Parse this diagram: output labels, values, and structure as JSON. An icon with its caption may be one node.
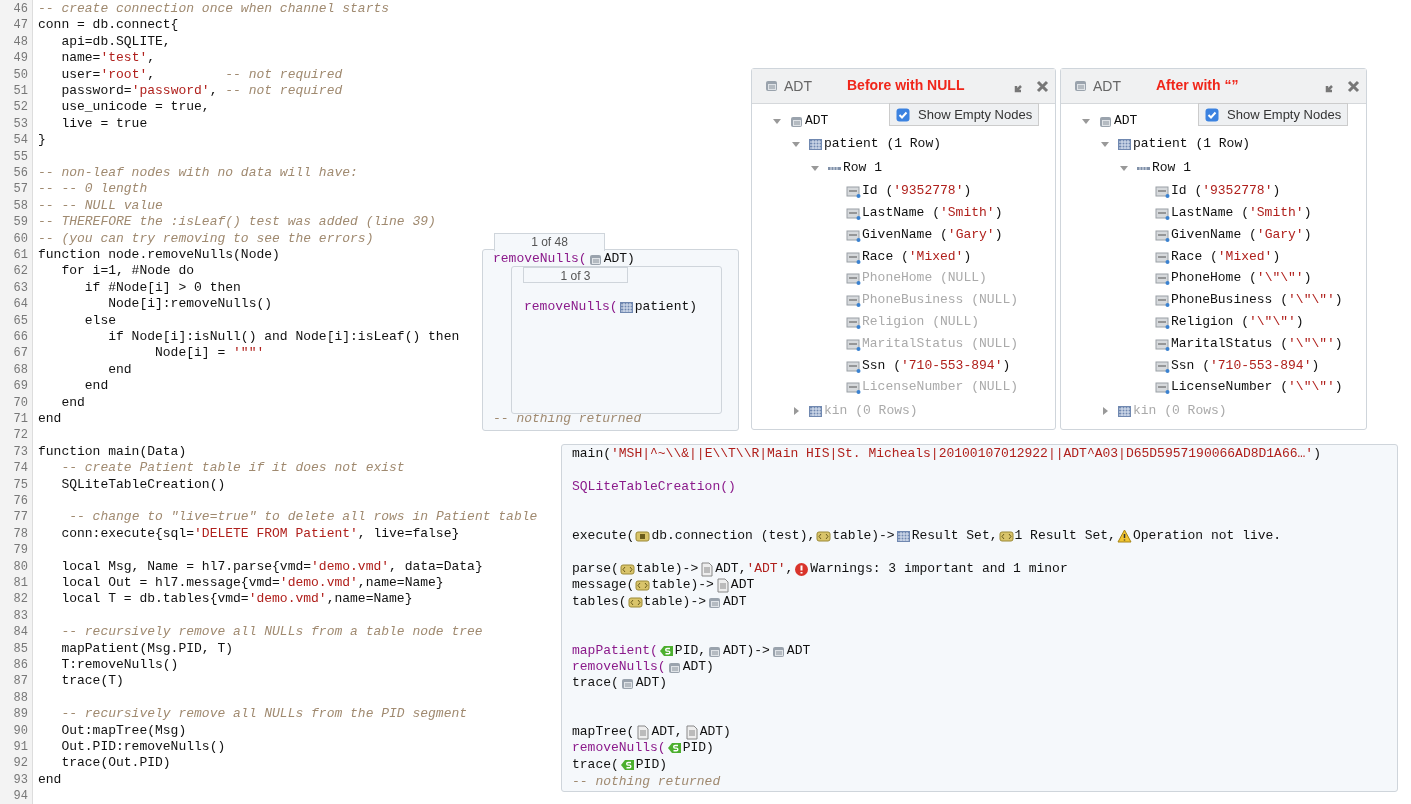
{
  "diagram": {
    "nodes": [
      {
        "text": [
          "1 of 48",
          "removeNulls(",
          "ADT)",
          "-- nothing returned"
        ]
      },
      {
        "text": [
          "1 of 3",
          "removeNulls(",
          "patient)"
        ],
        "in": 0
      },
      {
        "text": [
          "ADT",
          "Before with NULL",
          "ADT",
          "Show Empty Nodes",
          "patient (1 Row)",
          "Row 1",
          "Id ('9352778')",
          "LastName ('Smith')",
          "GivenName ('Gary')",
          "Race ('Mixed')",
          "PhoneHome (NULL)",
          "PhoneBusiness (NULL)",
          "Religion (NULL)",
          "MaritalStatus (NULL)",
          "Ssn ('710-553-894')",
          "LicenseNumber (NULL)",
          "kin (0 Rows)"
        ]
      },
      {
        "text": [
          "ADT",
          "After with “”",
          "ADT",
          "Show Empty Nodes",
          "patient (1 Row)",
          "Row 1",
          "Id ('9352778')",
          "LastName ('Smith')",
          "GivenName ('Gary')",
          "Race ('Mixed')",
          "PhoneHome ('\\\"\\\"')",
          "PhoneBusiness ('\\\"\\\"')",
          "Religion ('\\\"\\\"')",
          "MaritalStatus ('\\\"\\\"')",
          "Ssn ('710-553-894')",
          "LicenseNumber ('\\\"\\\"')",
          "kin (0 Rows)"
        ]
      },
      {
        "text": [
          "main('MSH|^~\\\\&||E\\\\T\\\\R|Main HIS|St. Micheals|20100107012922||ADT^A03|D65D5957190066AD8D1A66…')",
          "SQLiteTableCreation()",
          "execute(",
          "db.connection (test),",
          "table)->",
          "Result Set,",
          "1 Result Set,",
          "Operation not live.",
          "parse(",
          "table)->",
          "ADT,'ADT',",
          "Warnings: 3 important and 1 minor",
          "message(",
          "table)->",
          "ADT",
          "tables(",
          "table)->",
          "ADT",
          "mapPatient(",
          "PID,",
          "ADT)->",
          "ADT",
          "removeNulls(",
          "ADT)",
          "trace(",
          "ADT)",
          "mapTree(",
          "ADT,",
          "ADT)",
          "removeNulls(",
          "PID)",
          "trace(",
          "PID)",
          "-- nothing returned"
        ]
      }
    ],
    "labels": [
      "46",
      "-- create connection once when channel starts",
      "47",
      "conn = db.connect{",
      "48",
      "   api=db.SQLITE,",
      "49",
      "   name='test',",
      "50",
      "   user='root',         -- not required",
      "51",
      "   password='password', -- not required",
      "52",
      "   use_unicode = true,",
      "53",
      "   live = true",
      "54",
      "}",
      "55",
      "56",
      "-- non-leaf nodes with no data will have:",
      "57",
      "-- -- 0 length",
      "58",
      "-- -- NULL value",
      "59",
      "-- THEREFORE the :isLeaf() test was added (line 39)",
      "60",
      "-- (you can try removing to see the errors)",
      "61",
      "function node.removeNulls(Node)",
      "62",
      "   for i=1, #Node do",
      "63",
      "      if #Node[i] > 0 then",
      "64",
      "         Node[i]:removeNulls()",
      "65",
      "      else",
      "66",
      "         if Node[i]:isNull() and Node[i]:isLeaf() then",
      "67",
      "               Node[i] = '\"\"'",
      "68",
      "         end",
      "69",
      "      end",
      "70",
      "   end",
      "71",
      "end",
      "72",
      "73",
      "function main(Data)",
      "74",
      "   -- create Patient table if it does not exist",
      "75",
      "   SQLiteTableCreation()",
      "76",
      "77",
      "    -- change to \"live=true\" to delete all rows in Patient table",
      "78",
      "   conn:execute{sql='DELETE FROM Patient', live=false}",
      "79",
      "80",
      "   local Msg, Name = hl7.parse{vmd='demo.vmd', data=Data}",
      "81",
      "   local Out = hl7.message{vmd='demo.vmd',name=Name}",
      "82",
      "   local T = db.tables{vmd='demo.vmd',name=Name}",
      "83",
      "84",
      "   -- recursively remove all NULLs from a table node tree",
      "85",
      "   mapPatient(Msg.PID, T)",
      "86",
      "   T:removeNulls()",
      "87",
      "   trace(T)",
      "88",
      "89",
      "   -- recursively remove all NULLs from the PID segment",
      "90",
      "   Out:mapTree(Msg)",
      "91",
      "   Out.PID:removeNulls()",
      "92",
      "   trace(Out.PID)",
      "93",
      "end",
      "94"
    ]
  }
}
